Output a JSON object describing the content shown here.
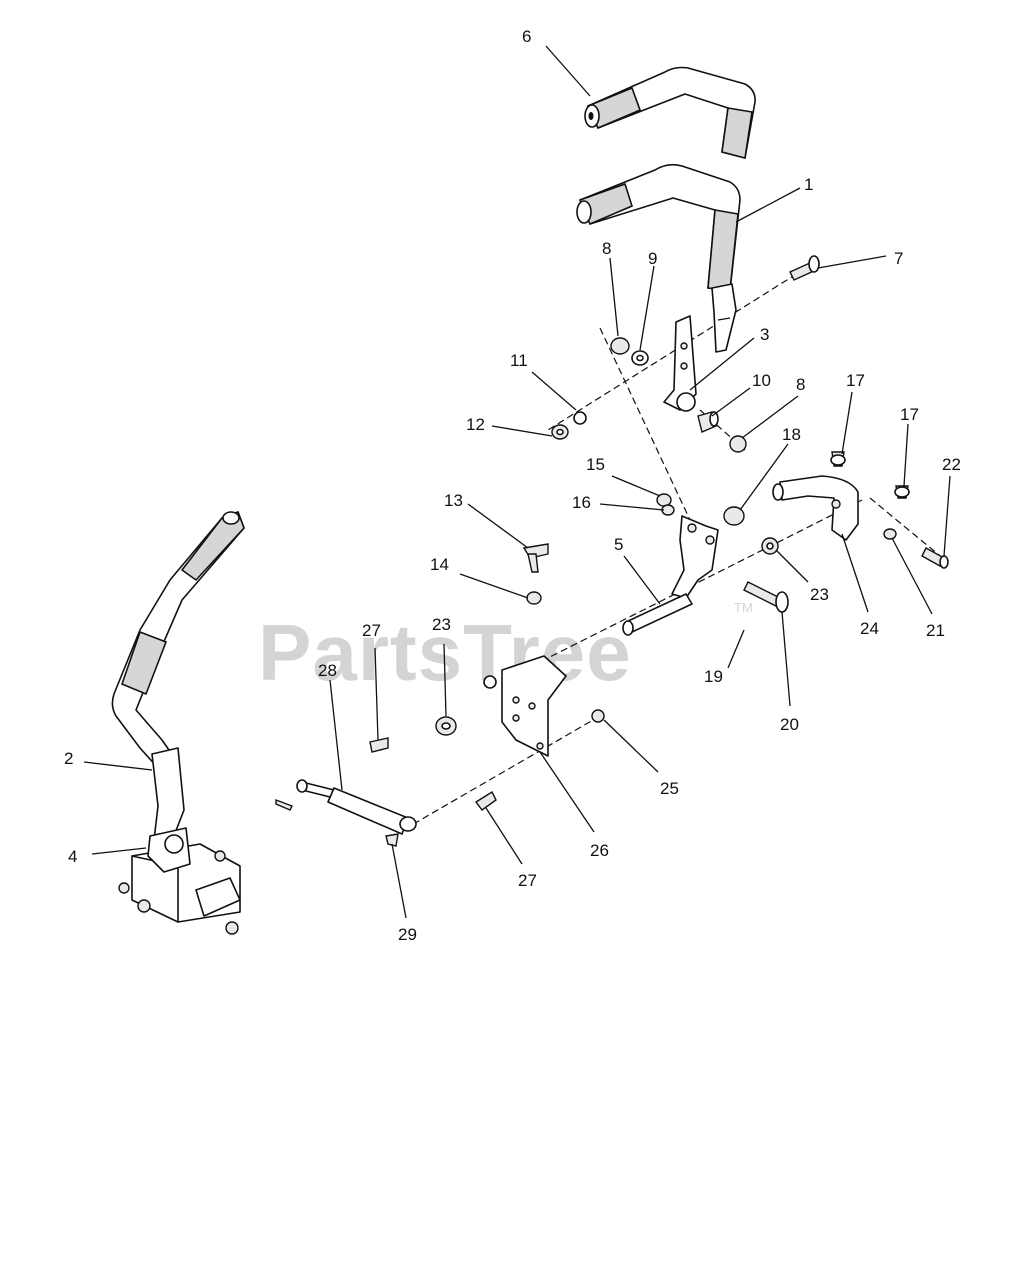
{
  "watermark": {
    "text": "PartsTree",
    "trademark": "TM"
  },
  "callouts": [
    "6",
    "1",
    "7",
    "8",
    "9",
    "3",
    "11",
    "10",
    "8",
    "12",
    "17",
    "17",
    "18",
    "22",
    "15",
    "16",
    "13",
    "5",
    "23",
    "14",
    "24",
    "21",
    "27",
    "23",
    "19",
    "28",
    "20",
    "2",
    "25",
    "4",
    "26",
    "27",
    "29"
  ]
}
